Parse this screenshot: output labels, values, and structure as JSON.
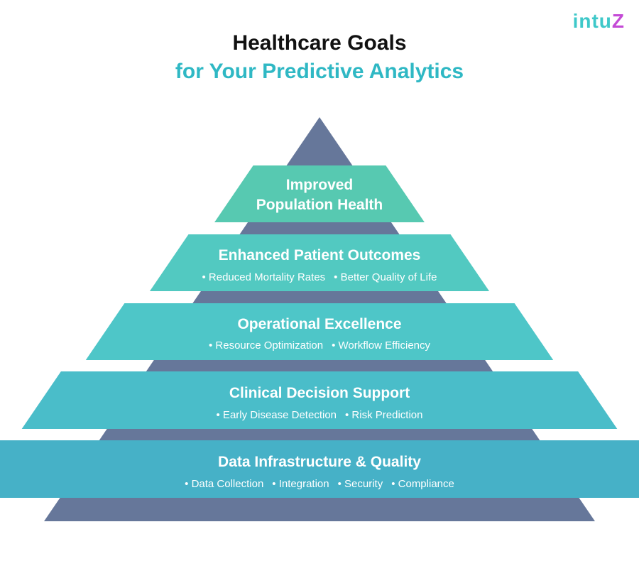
{
  "brand": {
    "logo_main": "intu",
    "logo_accent": "Z"
  },
  "header": {
    "title": "Healthcare Goals",
    "subtitle": "for Your Predictive Analytics"
  },
  "colors": {
    "base_slate": "#66779a",
    "accent_teal": "#2fb8c4",
    "levels": [
      "#57c9b1",
      "#52c9c1",
      "#4ec6c8",
      "#4abdc9",
      "#46b1c7"
    ]
  },
  "levels": [
    {
      "title_lines": [
        "Improved",
        "Population Health"
      ],
      "items": []
    },
    {
      "title_lines": [
        "Enhanced Patient Outcomes"
      ],
      "items": [
        "Reduced Mortality Rates",
        "Better Quality of Life"
      ]
    },
    {
      "title_lines": [
        "Operational Excellence"
      ],
      "items": [
        "Resource Optimization",
        "Workflow Efficiency"
      ]
    },
    {
      "title_lines": [
        "Clinical Decision Support"
      ],
      "items": [
        "Early Disease Detection",
        "Risk Prediction"
      ]
    },
    {
      "title_lines": [
        "Data Infrastructure & Quality"
      ],
      "items": [
        "Data Collection",
        "Integration",
        "Security",
        "Compliance"
      ]
    }
  ]
}
